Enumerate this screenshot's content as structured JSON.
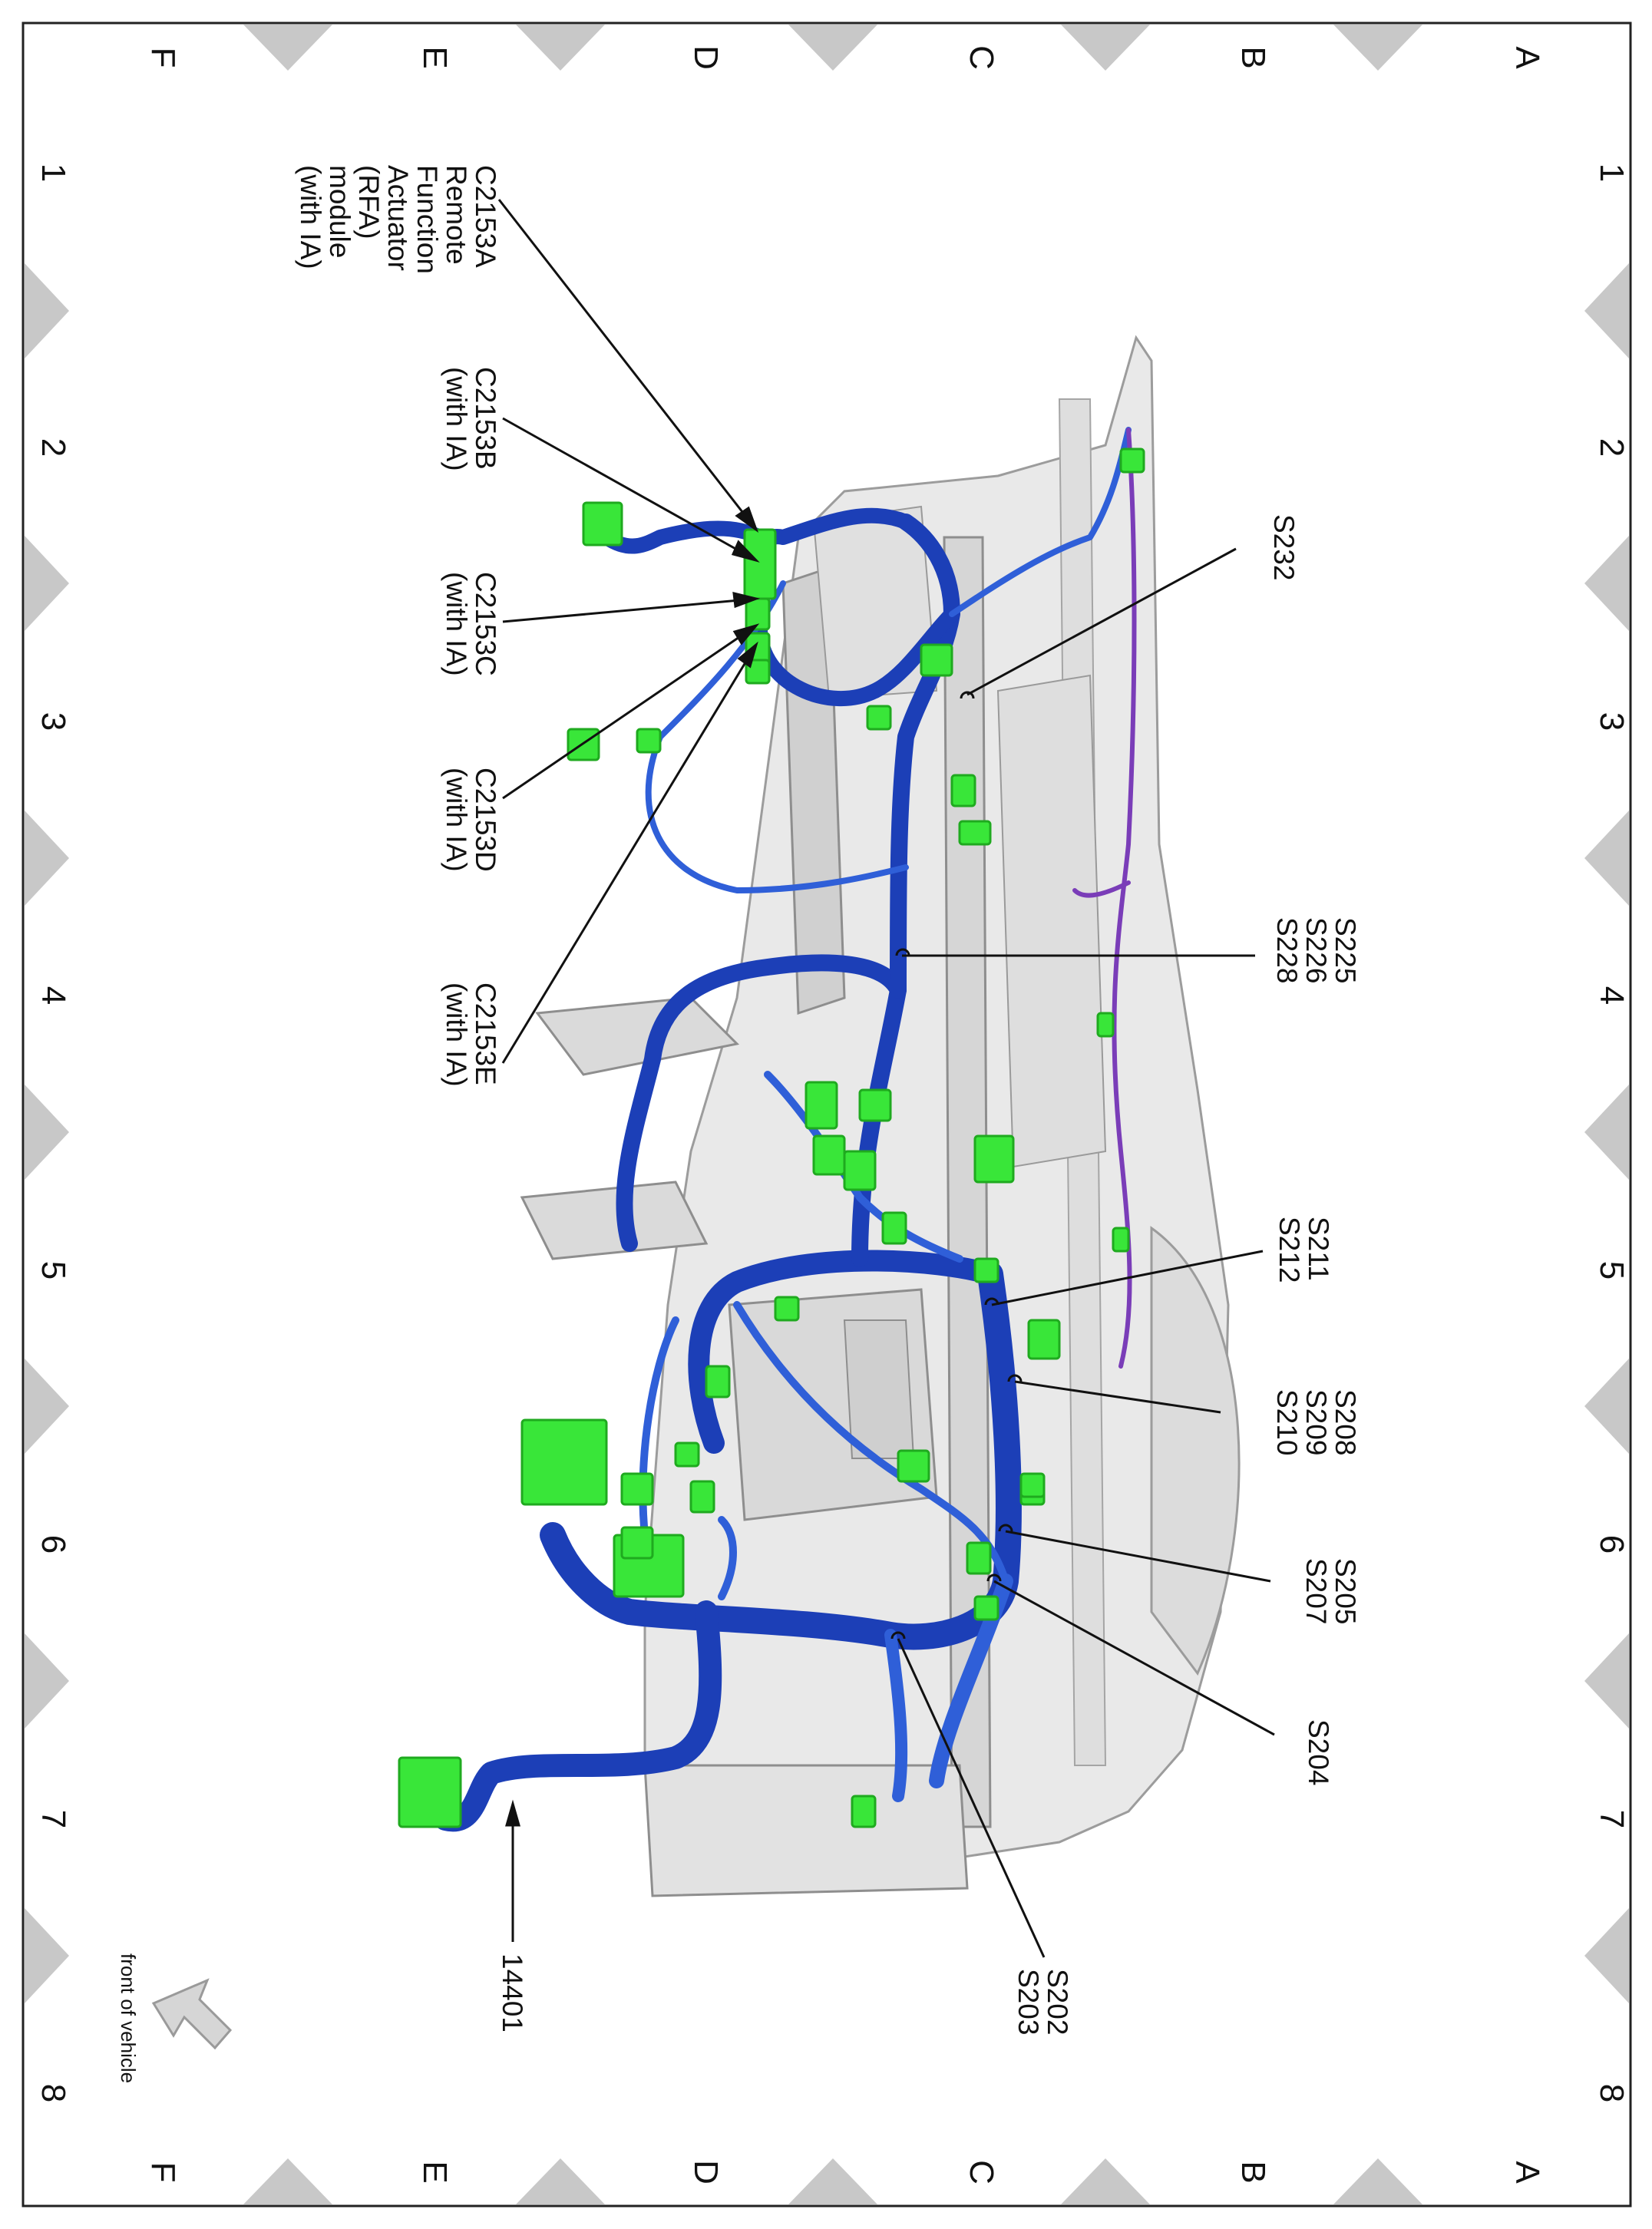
{
  "grid": {
    "letters": [
      "A",
      "B",
      "C",
      "D",
      "E",
      "F"
    ],
    "numbers": [
      "1",
      "2",
      "3",
      "4",
      "5",
      "6",
      "7",
      "8"
    ]
  },
  "callouts": {
    "c2153a": [
      "C2153A",
      "Remote",
      "Function",
      "Actuator",
      "(RFA)",
      "module",
      "(with IA)"
    ],
    "c2153b": [
      "C2153B",
      "(with IA)"
    ],
    "c2153c": [
      "C2153C",
      "(with IA)"
    ],
    "c2153d": [
      "C2153D",
      "(with IA)"
    ],
    "c2153e": [
      "C2153E",
      "(with IA)"
    ],
    "s232": [
      "S232"
    ],
    "s225": [
      "S225",
      "S226",
      "S228"
    ],
    "s211": [
      "S211",
      "S212"
    ],
    "s208": [
      "S208",
      "S209",
      "S210"
    ],
    "s205": [
      "S205",
      "S207"
    ],
    "s204": [
      "S204"
    ],
    "s202": [
      "S202",
      "S203"
    ],
    "h14401": [
      "14401"
    ]
  },
  "orientation": {
    "label": "front of vehicle"
  },
  "colors": {
    "harness": "#1c3fb7",
    "harness_light": "#2f5fd8",
    "connector": "#39e639",
    "connector_dark": "#1faa1f",
    "purple_wire": "#7a3db8",
    "frame_gray": "#c8c8c8",
    "triangle_gray": "#c8c8c8"
  }
}
